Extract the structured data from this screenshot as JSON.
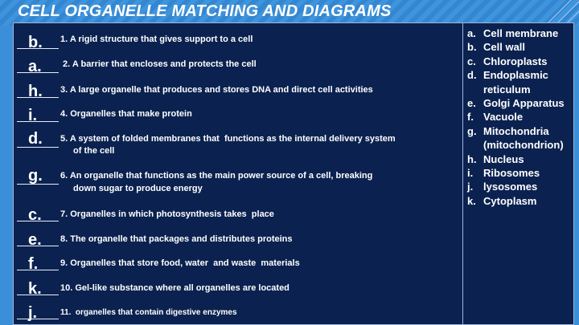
{
  "title": "CELL ORGANELLE MATCHING AND DIAGRAMS",
  "questions": [
    {
      "answer": "b.",
      "text": "1. A rigid structure that gives support to a cell",
      "text2": ""
    },
    {
      "answer": "a.",
      "text": " 2. A barrier that encloses and protects the cell",
      "text2": ""
    },
    {
      "answer": "h.",
      "text": "3. A large organelle that produces and stores DNA and direct cell activities",
      "text2": ""
    },
    {
      "answer": "i.",
      "text": "4. Organelles that make protein",
      "text2": ""
    },
    {
      "answer": "d.",
      "text": "5. A system of folded membranes that  functions as the internal delivery system",
      "text2": "of  the cell"
    },
    {
      "answer": "g.",
      "text": "6. An organelle that functions as the main power source of a cell, breaking",
      "text2": "down sugar to produce energy"
    },
    {
      "answer": "c.",
      "text": "7. Organelles in which photosynthesis takes  place",
      "text2": ""
    },
    {
      "answer": "e.",
      "text": "8. The organelle that packages and distributes proteins",
      "text2": ""
    },
    {
      "answer": "f.",
      "text": "9. Organelles that store food, water  and waste  materials",
      "text2": ""
    },
    {
      "answer": "k.",
      "text": "10. Gel-like substance where all organelles are located",
      "text2": ""
    },
    {
      "answer": "j.",
      "text": "11.  organelles that contain digestive enzymes",
      "text2": ""
    }
  ],
  "word_bank": [
    {
      "letter": "a.",
      "term": "Cell membrane"
    },
    {
      "letter": "b.",
      "term": "Cell wall"
    },
    {
      "letter": "c.",
      "term": "Chloroplasts"
    },
    {
      "letter": "d.",
      "term": "Endoplasmic reticulum"
    },
    {
      "letter": "e.",
      "term": "Golgi Apparatus"
    },
    {
      "letter": "f.",
      "term": "Vacuole"
    },
    {
      "letter": "g.",
      "term": "Mitochondria (mitochondrion)"
    },
    {
      "letter": "h.",
      "term": "Nucleus"
    },
    {
      "letter": "i.",
      "term": "Ribosomes"
    },
    {
      "letter": "j.",
      "term": "lysosomes"
    },
    {
      "letter": "k.",
      "term": "Cytoplasm"
    }
  ],
  "colors": {
    "background": "#3a8fd8",
    "panel": "#0b2250",
    "text": "#ffffff"
  }
}
